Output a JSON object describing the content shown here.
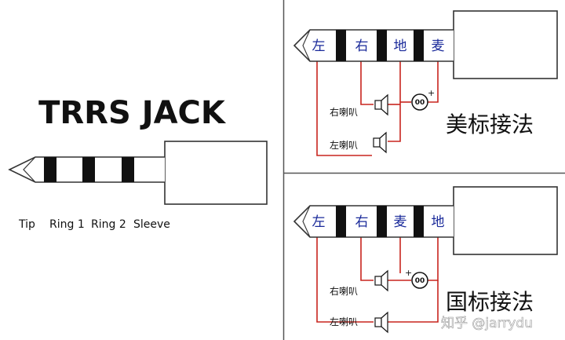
{
  "left_panel": {
    "title": "TRRS JACK",
    "labels": [
      "Tip",
      "Ring 1",
      "Ring 2",
      "Sleeve"
    ]
  },
  "us_panel": {
    "segments": [
      "左",
      "右",
      "地",
      "麦"
    ],
    "standard": "美标接法",
    "speaker_right": "右喇叭",
    "speaker_left": "左喇叭",
    "plus": "+"
  },
  "cn_panel": {
    "segments": [
      "左",
      "右",
      "麦",
      "地"
    ],
    "standard": "国标接法",
    "speaker_right": "右喇叭",
    "speaker_left": "左喇叭",
    "plus": "+"
  },
  "watermark": "知乎 @jarrydu",
  "colors": {
    "wire": "#c8251e",
    "segment_text": "#1a2a9a",
    "band": "#111111",
    "divider": "#555555"
  }
}
